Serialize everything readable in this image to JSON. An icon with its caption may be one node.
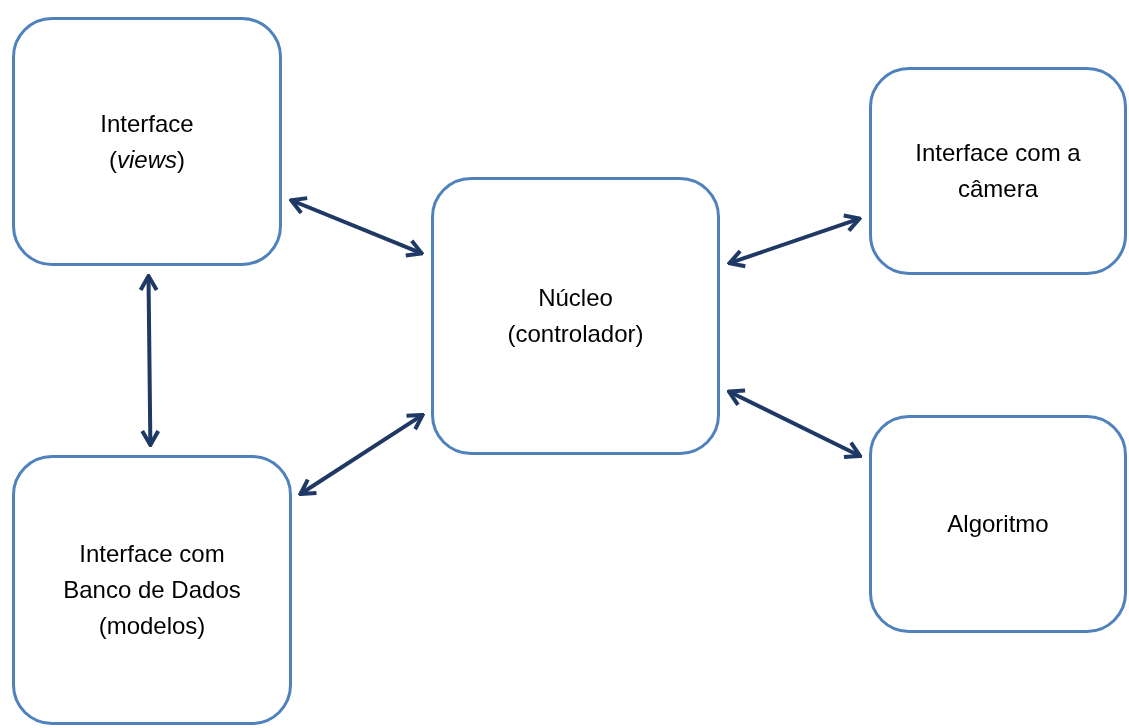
{
  "diagram": {
    "nodes": [
      {
        "text": [
          "Interface (*views*)"
        ]
      },
      {
        "text": [
          "Interface com Banco de Dados (modelos)"
        ]
      },
      {
        "text": [
          "Núcleo (controlador)"
        ]
      },
      {
        "text": [
          "Interface com a câmera"
        ]
      },
      {
        "text": [
          "Algoritmo"
        ]
      }
    ],
    "edges": [
      {
        "from": 0,
        "to": 2,
        "arrow": "both"
      },
      {
        "from": 0,
        "to": 1,
        "arrow": "both"
      },
      {
        "from": 1,
        "to": 2,
        "arrow": "both"
      },
      {
        "from": 2,
        "to": 3,
        "arrow": "both"
      },
      {
        "from": 2,
        "to": 4,
        "arrow": "both"
      }
    ]
  }
}
